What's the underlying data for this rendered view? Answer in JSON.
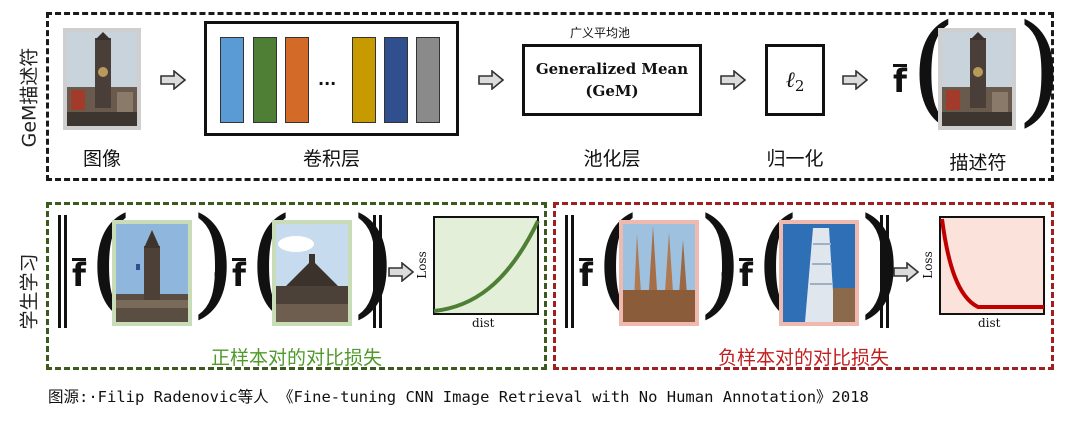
{
  "top_row": {
    "side_label": "GeM描述符",
    "image_caption": "图像",
    "conv_caption": "卷积层",
    "conv_ellipsis": "...",
    "conv_channel_colors": [
      "#5b9bd5",
      "#4e7f35",
      "#d46a28",
      "#c79a00",
      "#2f4f8f",
      "#8a8a8a"
    ],
    "pool_top_label": "广义平均池",
    "pool_box_line1": "Generalized Mean",
    "pool_box_line2": "(GeM)",
    "pool_caption": "池化层",
    "norm_symbol": "ℓ",
    "norm_subscript": "2",
    "norm_caption": "归一化",
    "descriptor_symbol": "f",
    "descriptor_caption": "描述符"
  },
  "bottom_row": {
    "side_label": "学生学习",
    "positive": {
      "caption": "正样本对的对比损失",
      "minus": "-",
      "symbol": "f",
      "plot_ylabel": "Loss",
      "plot_xlabel": "dist",
      "border_color": "#3d5a1e",
      "plot_bg": "#e3efd9",
      "curve_color": "#4e7f35"
    },
    "negative": {
      "caption": "负样本对的对比损失",
      "minus": "-",
      "symbol": "f",
      "plot_ylabel": "Loss",
      "plot_xlabel": "dist",
      "border_color": "#a02020",
      "plot_bg": "#fbe3dc",
      "curve_color": "#c00000"
    }
  },
  "footer": {
    "source": "图源:·Filip Radenovic等人 《Fine-tuning CNN Image Retrieval with No Human Annotation》2018"
  }
}
